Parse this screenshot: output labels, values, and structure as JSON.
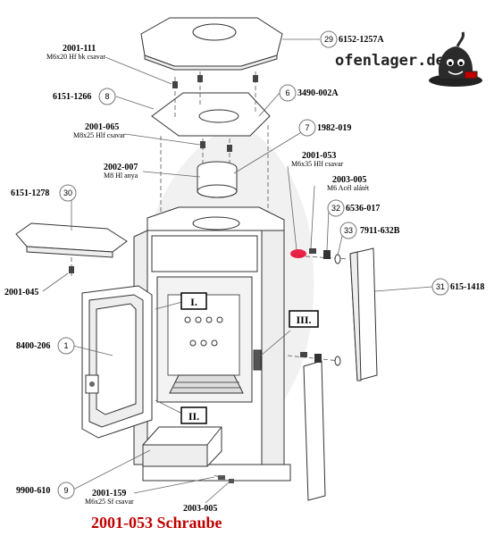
{
  "brand": {
    "text": "ofenlager.de",
    "color": "#222222"
  },
  "title": {
    "text": "2001-053 Schraube",
    "color": "#c00000"
  },
  "detail_boxes": {
    "i": "I.",
    "ii": "II.",
    "iii": "III."
  },
  "callouts": {
    "c29": {
      "num": "29",
      "code": "6152-1257A"
    },
    "c8": {
      "num": "8",
      "code": "6151-1266"
    },
    "c6": {
      "num": "6",
      "code": "3490-002A"
    },
    "c7": {
      "num": "7",
      "code": "1982-019"
    },
    "c30": {
      "num": "30",
      "code": "6151-1278"
    },
    "c32": {
      "num": "32",
      "code": "6536-017"
    },
    "c33": {
      "num": "33",
      "code": "7911-632B"
    },
    "c31": {
      "num": "31",
      "code": "615-1418"
    },
    "c1": {
      "num": "1",
      "code": "8400-206"
    },
    "c9": {
      "num": "9",
      "code": "9900-610"
    }
  },
  "fasteners": {
    "f2001_111": {
      "code": "2001-111",
      "desc": "M6x20 Hf bk csavar"
    },
    "f2001_065": {
      "code": "2001-065",
      "desc": "M8x25 Hlf csavar"
    },
    "f2002_007": {
      "code": "2002-007",
      "desc": "M8 Hl anya"
    },
    "f2001_053": {
      "code": "2001-053",
      "desc": "M6x35 Hlf csavar"
    },
    "f2003_005_top": {
      "code": "2003-005",
      "desc": "M6 Acél alátét"
    },
    "f2001_045": {
      "code": "2001-045"
    },
    "f2001_159": {
      "code": "2001-159",
      "desc": "M6x25 Sf csavar"
    },
    "f2003_005_bottom": {
      "code": "2003-005"
    }
  },
  "highlight_color": "#e8002a"
}
